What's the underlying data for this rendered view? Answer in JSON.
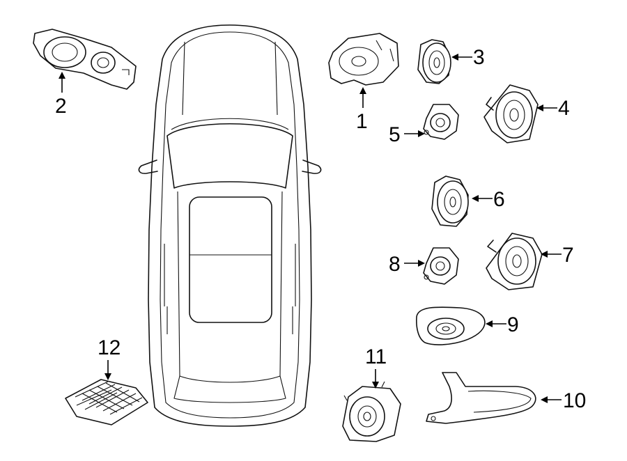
{
  "callouts": [
    {
      "id": 1,
      "label": "1"
    },
    {
      "id": 2,
      "label": "2"
    },
    {
      "id": 3,
      "label": "3"
    },
    {
      "id": 4,
      "label": "4"
    },
    {
      "id": 5,
      "label": "5"
    },
    {
      "id": 6,
      "label": "6"
    },
    {
      "id": 7,
      "label": "7"
    },
    {
      "id": 8,
      "label": "8"
    },
    {
      "id": 9,
      "label": "9"
    },
    {
      "id": 10,
      "label": "10"
    },
    {
      "id": 11,
      "label": "11"
    },
    {
      "id": 12,
      "label": "12"
    }
  ]
}
